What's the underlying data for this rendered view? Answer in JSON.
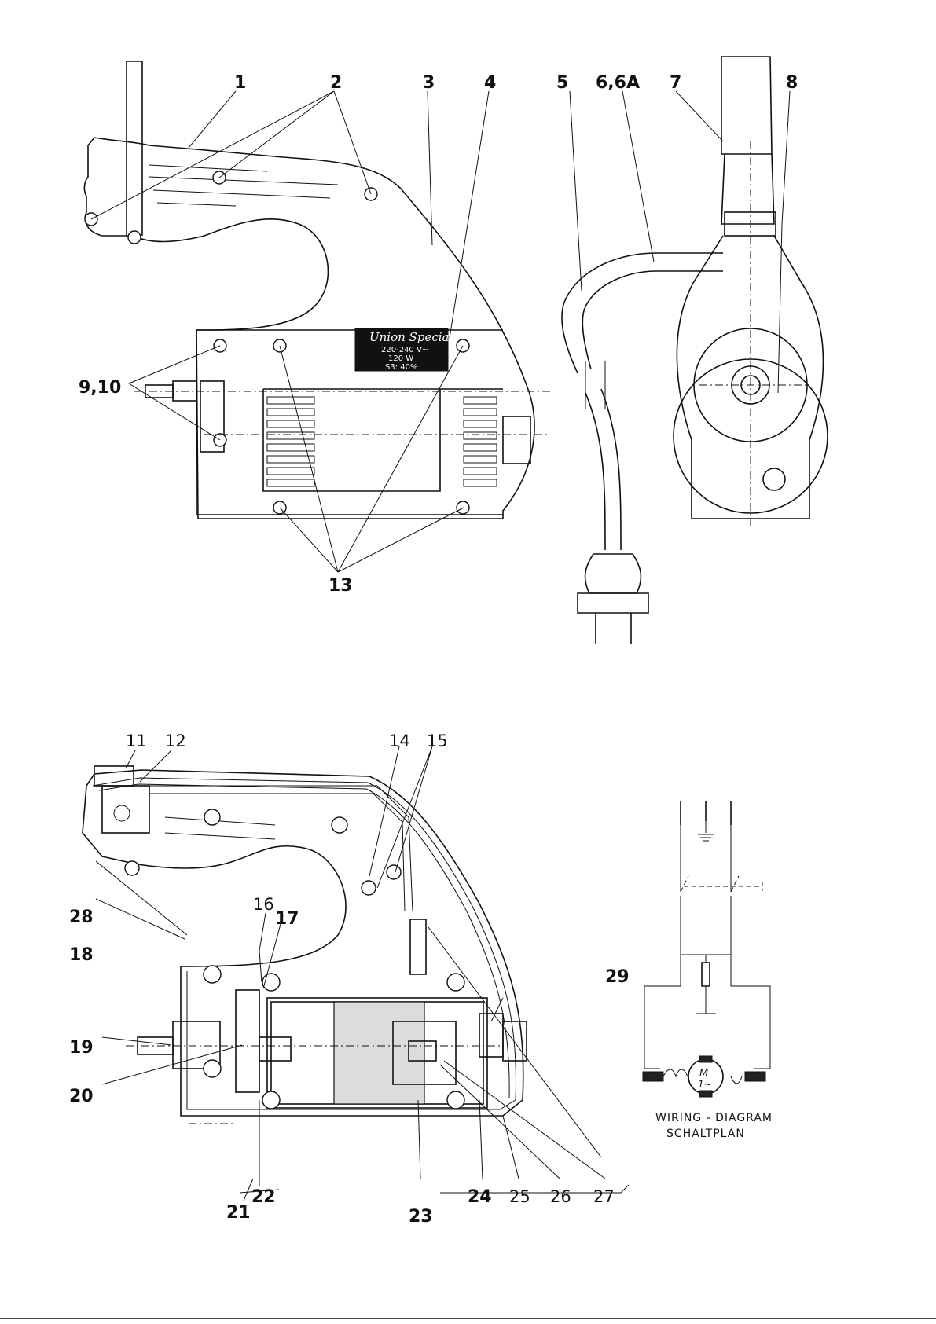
{
  "top_view_labels": [
    "1",
    "2",
    "3",
    "4",
    "5",
    "6,6A",
    "7",
    "8",
    "9,10",
    "13"
  ],
  "nameplate": {
    "brand": "Union Special",
    "voltage": "220-240 V~",
    "power": "120 W",
    "duty": "S3: 40%"
  },
  "bottom_view_labels": [
    "11",
    "12",
    "14",
    "15",
    "16",
    "17",
    "28",
    "18",
    "19",
    "20",
    "21",
    "22",
    "23",
    "24",
    "25",
    "26",
    "27",
    "29"
  ],
  "wiring": {
    "motor_symbol_line1": "M",
    "motor_symbol_line2": "1~",
    "caption_line1": "WIRING - DIAGRAM",
    "caption_line2": "SCHALTPLAN"
  }
}
